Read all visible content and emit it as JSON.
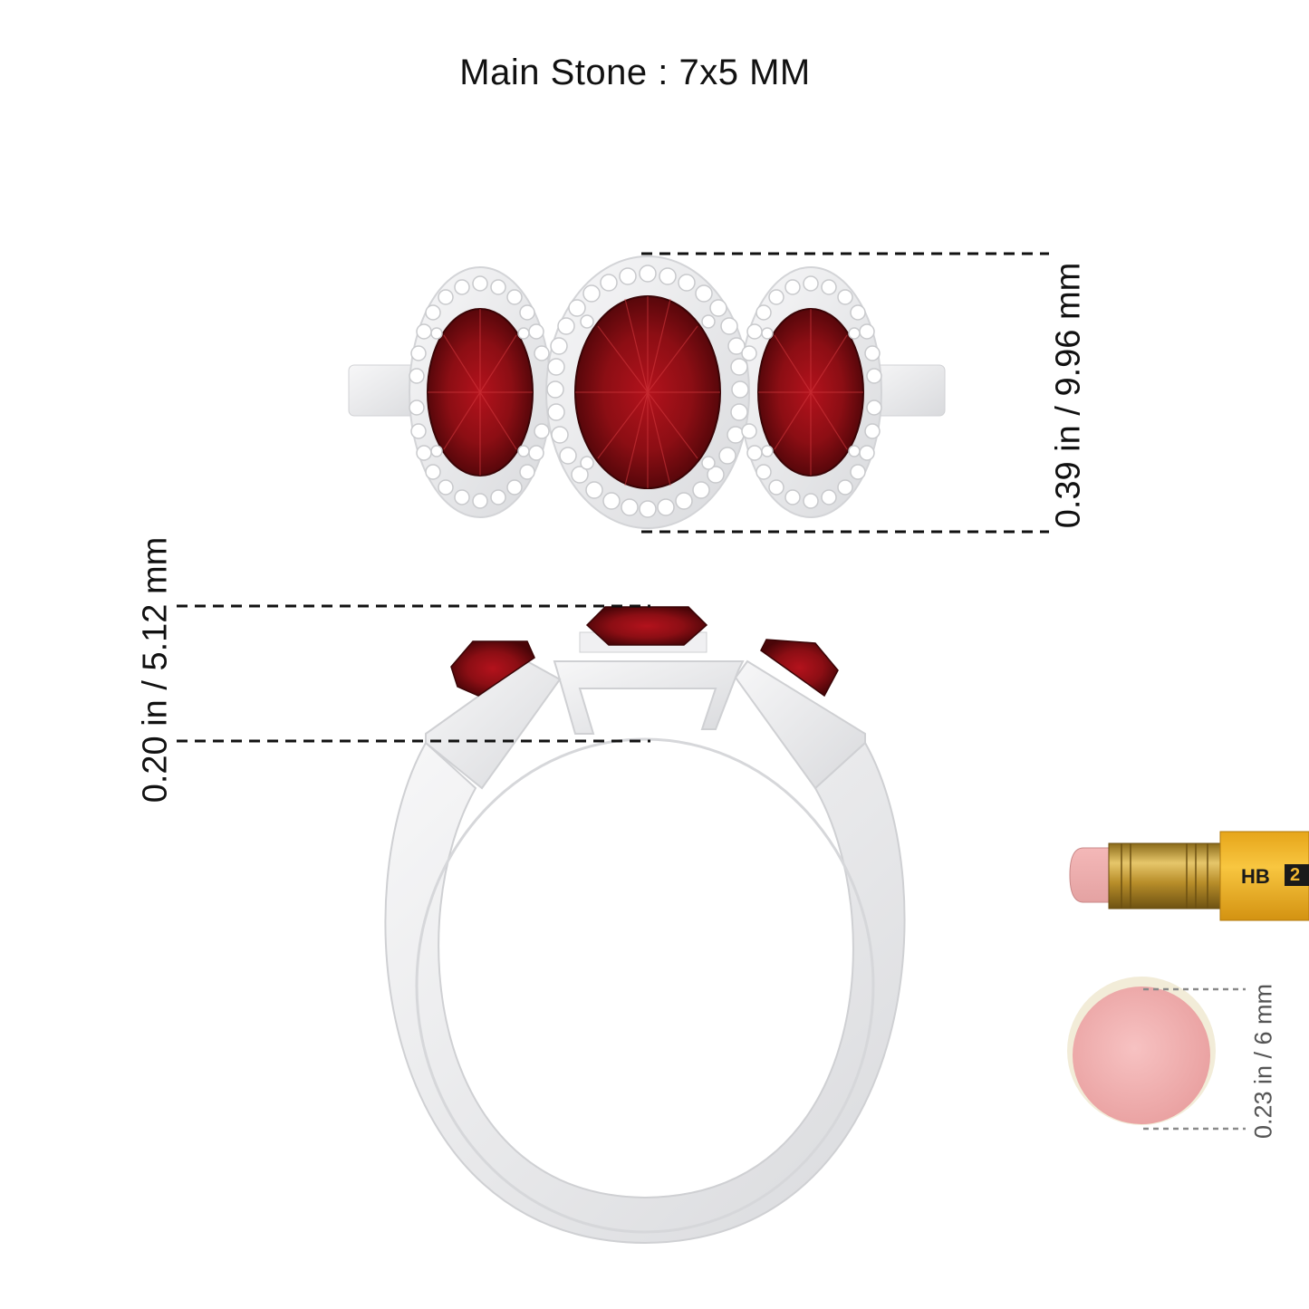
{
  "title": "Main Stone : 7x5 MM",
  "dimensions": {
    "top_height": "0.39 in / 9.96 mm",
    "side_height": "0.20 in / 5.12 mm",
    "eraser_diameter": "0.23 in / 6 mm"
  },
  "pencil": {
    "grade": "HB",
    "number": "2"
  },
  "colors": {
    "garnet": "#8c0e14",
    "metal": "#e9eaec",
    "eraser": "#f3b4b4",
    "pencil_body": "#f2b830",
    "ferrule": "#c9a23a"
  }
}
